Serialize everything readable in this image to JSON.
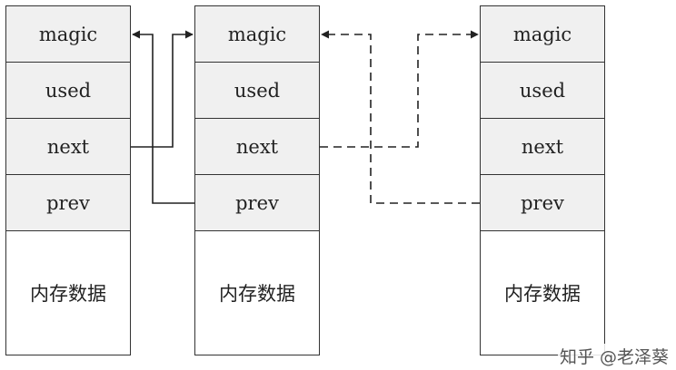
{
  "blocks": [
    {
      "fields": [
        "magic",
        "used",
        "next",
        "prev"
      ],
      "data_label": "内存数据"
    },
    {
      "fields": [
        "magic",
        "used",
        "next",
        "prev"
      ],
      "data_label": "内存数据"
    },
    {
      "fields": [
        "magic",
        "used",
        "next",
        "prev"
      ],
      "data_label": "内存数据"
    }
  ],
  "links": [
    {
      "from": "block-1.next",
      "to": "block-2.magic",
      "style": "solid"
    },
    {
      "from": "block-2.prev",
      "to": "block-1.magic",
      "style": "solid"
    },
    {
      "from": "block-2.next",
      "to": "block-3.magic",
      "style": "dashed"
    },
    {
      "from": "block-3.prev",
      "to": "block-2.magic",
      "style": "dashed"
    }
  ],
  "colors": {
    "border": "#333333",
    "field_fill": "#f0f0f0",
    "text": "#222222"
  },
  "watermark": "知乎 @老泽葵"
}
